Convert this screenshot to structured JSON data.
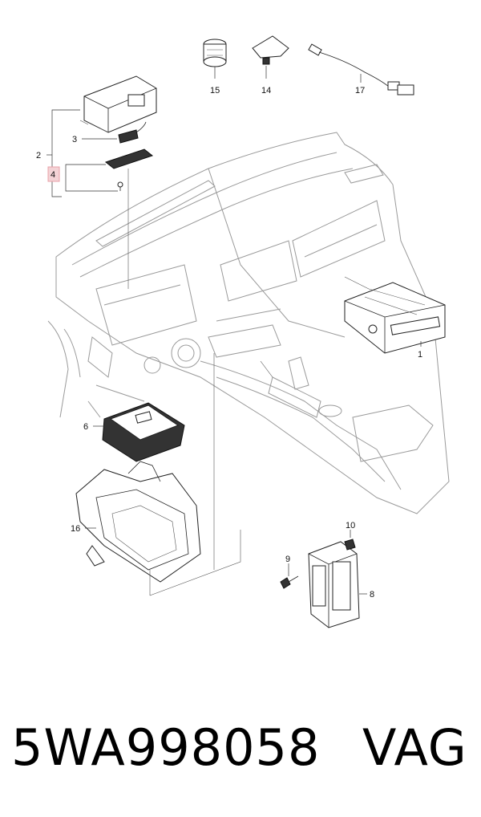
{
  "diagram": {
    "callouts": [
      {
        "id": "c15",
        "label": "15"
      },
      {
        "id": "c14",
        "label": "14"
      },
      {
        "id": "c17",
        "label": "17"
      },
      {
        "id": "c2",
        "label": "2"
      },
      {
        "id": "c3",
        "label": "3"
      },
      {
        "id": "c4",
        "label": "4",
        "highlighted": true
      },
      {
        "id": "c1",
        "label": "1"
      },
      {
        "id": "c6",
        "label": "6"
      },
      {
        "id": "c16",
        "label": "16"
      },
      {
        "id": "c10",
        "label": "10"
      },
      {
        "id": "c9",
        "label": "9"
      },
      {
        "id": "c8",
        "label": "8"
      }
    ],
    "highlight_color": "#e8a0a8"
  },
  "caption": {
    "part_number": "5WA998058",
    "brand": "VAG"
  }
}
